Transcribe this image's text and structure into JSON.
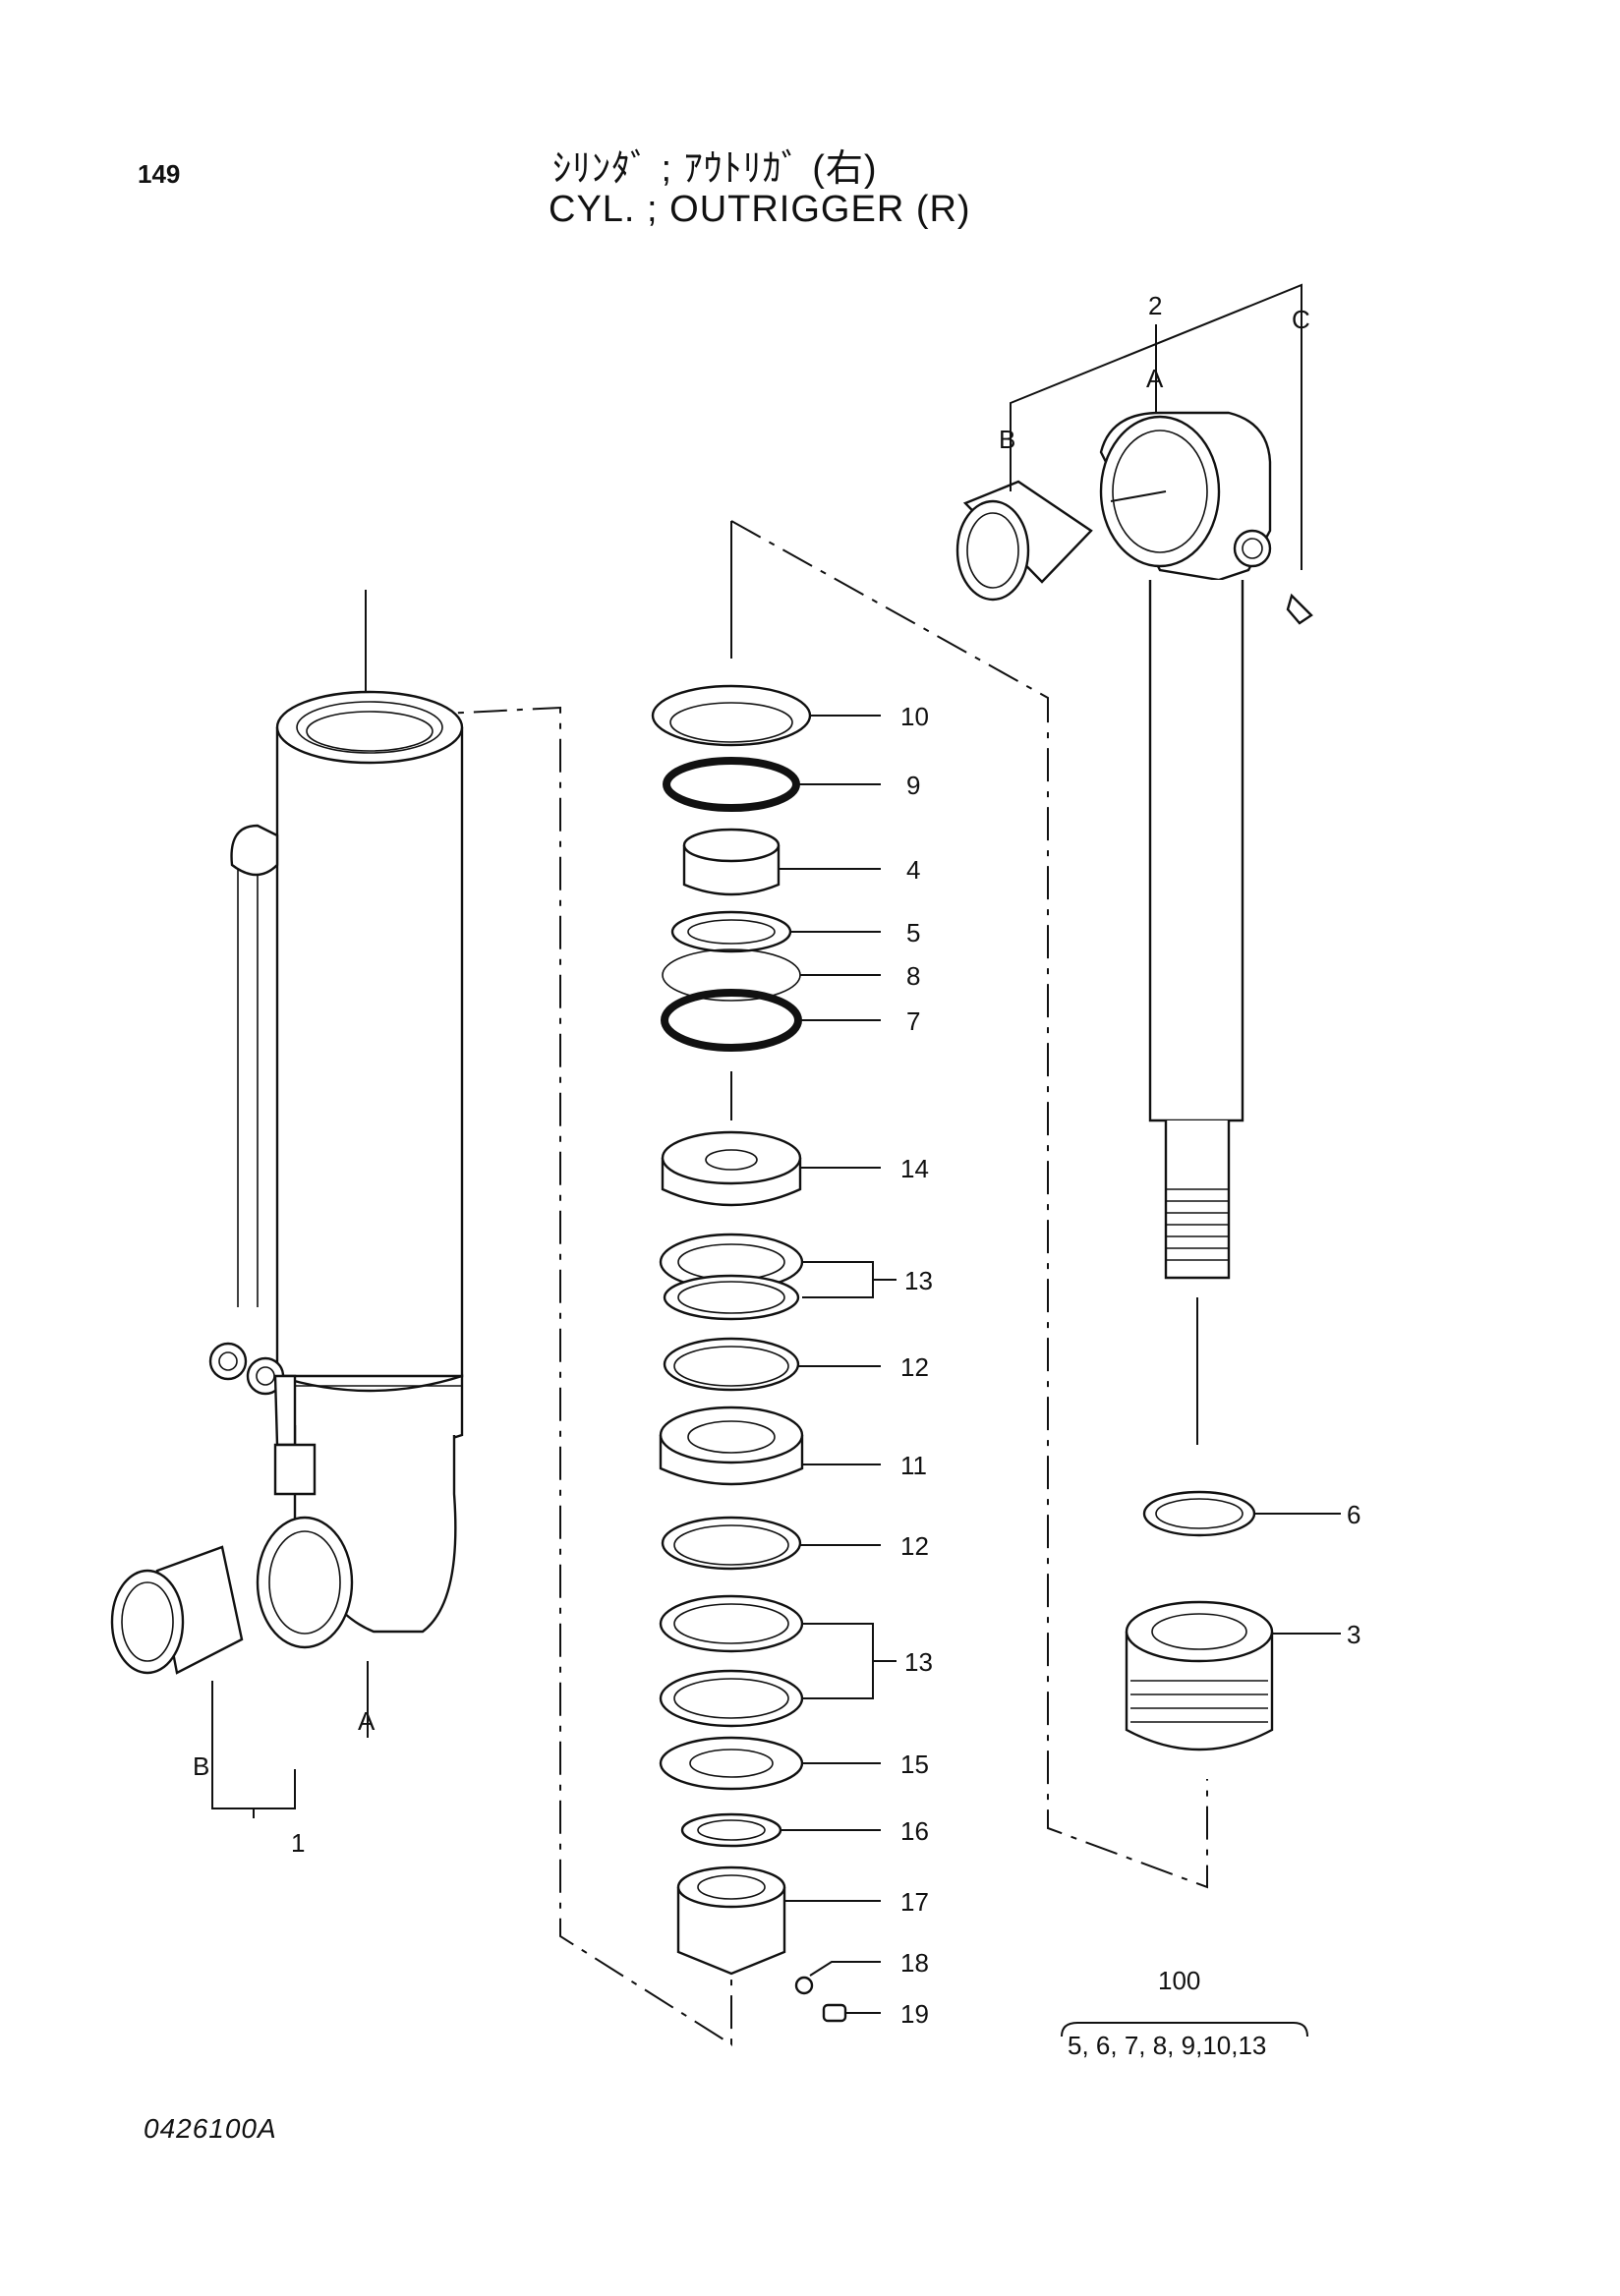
{
  "header": {
    "page_number": "149",
    "title_jp": "ｼﾘﾝﾀﾞ ; ｱｳﾄﾘｶﾞ (右)",
    "title_en": "CYL. ; OUTRIGGER (R)"
  },
  "footer": {
    "drawing_code": "0426100A"
  },
  "callouts": {
    "p1": "1",
    "p2": "2",
    "p3": "3",
    "p4": "4",
    "p5": "5",
    "p6": "6",
    "p7": "7",
    "p8": "8",
    "p9": "9",
    "p10": "10",
    "p11": "11",
    "p12a": "12",
    "p12b": "12",
    "p13a": "13",
    "p13b": "13",
    "p14": "14",
    "p15": "15",
    "p16": "16",
    "p17": "17",
    "p18": "18",
    "p19": "19",
    "a_left": "A",
    "b_left": "B",
    "a_right": "A",
    "b_right": "B",
    "c_right": "C"
  },
  "kit": {
    "number": "100",
    "contents": "5, 6, 7, 8, 9,10,13"
  }
}
